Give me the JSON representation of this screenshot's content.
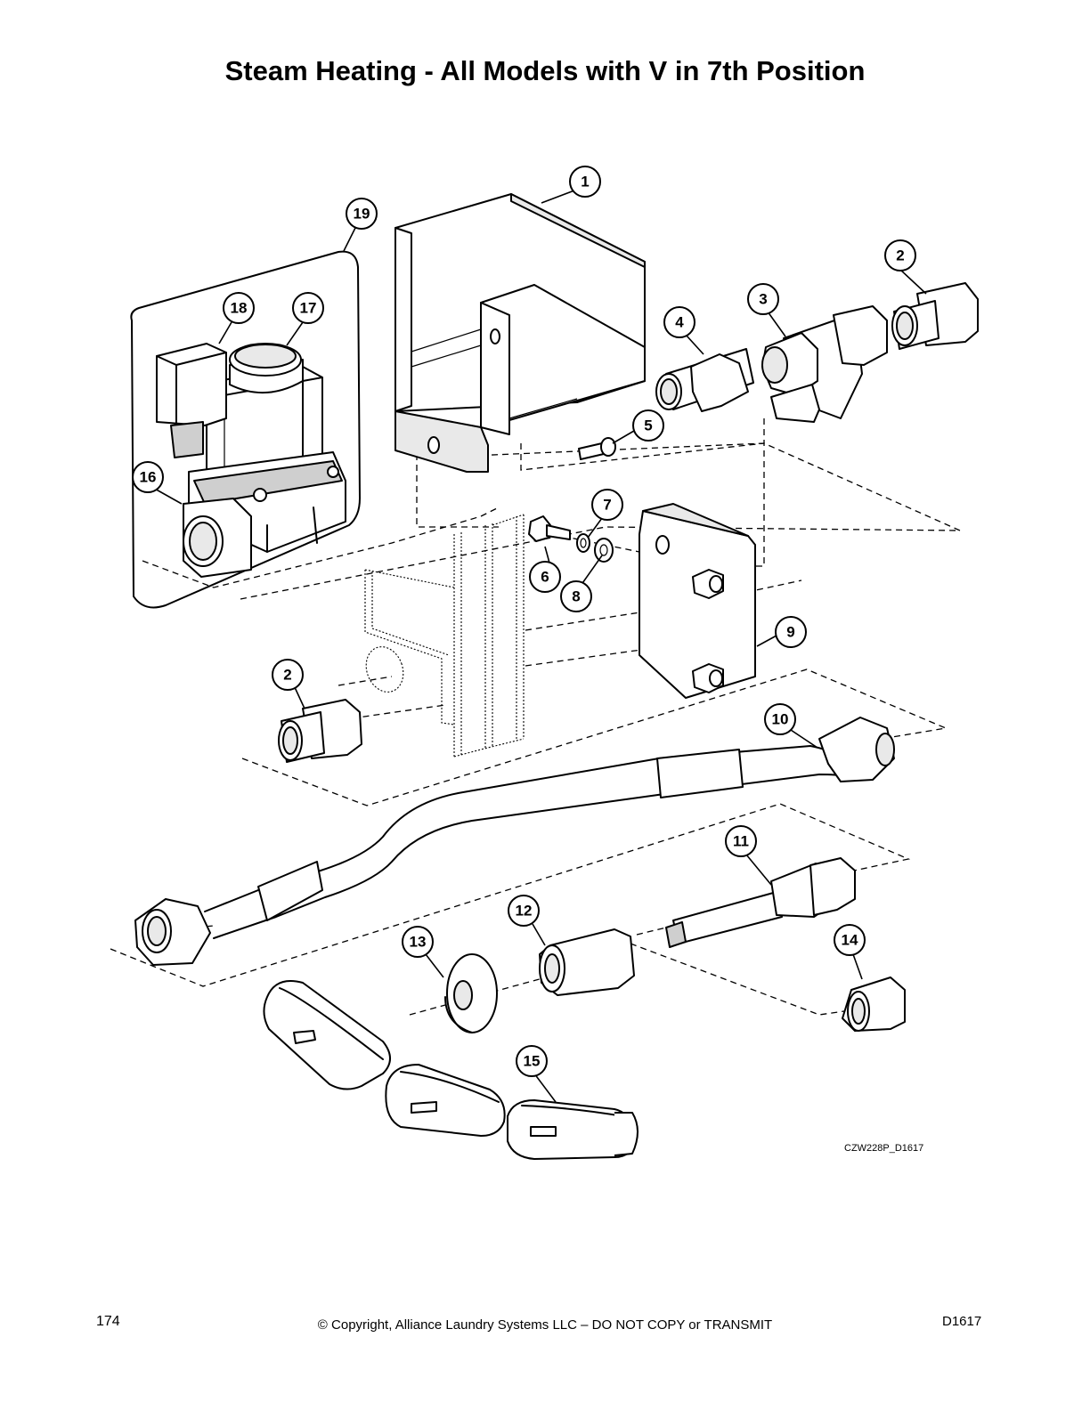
{
  "title": "Steam Heating - All Models with V in 7th Position",
  "drawing_id": "CZW228P_D1617",
  "footer": {
    "page_number": "174",
    "copyright": "© Copyright, Alliance Laundry Systems LLC – DO NOT COPY or TRANSMIT",
    "doc_code": "D1617"
  },
  "callouts": {
    "c1": "1",
    "c2a": "2",
    "c2b": "2",
    "c3": "3",
    "c4": "4",
    "c5": "5",
    "c6": "6",
    "c7": "7",
    "c8": "8",
    "c9": "9",
    "c10": "10",
    "c11": "11",
    "c12": "12",
    "c13": "13",
    "c14": "14",
    "c15": "15",
    "c16": "16",
    "c17": "17",
    "c18": "18",
    "c19": "19"
  }
}
